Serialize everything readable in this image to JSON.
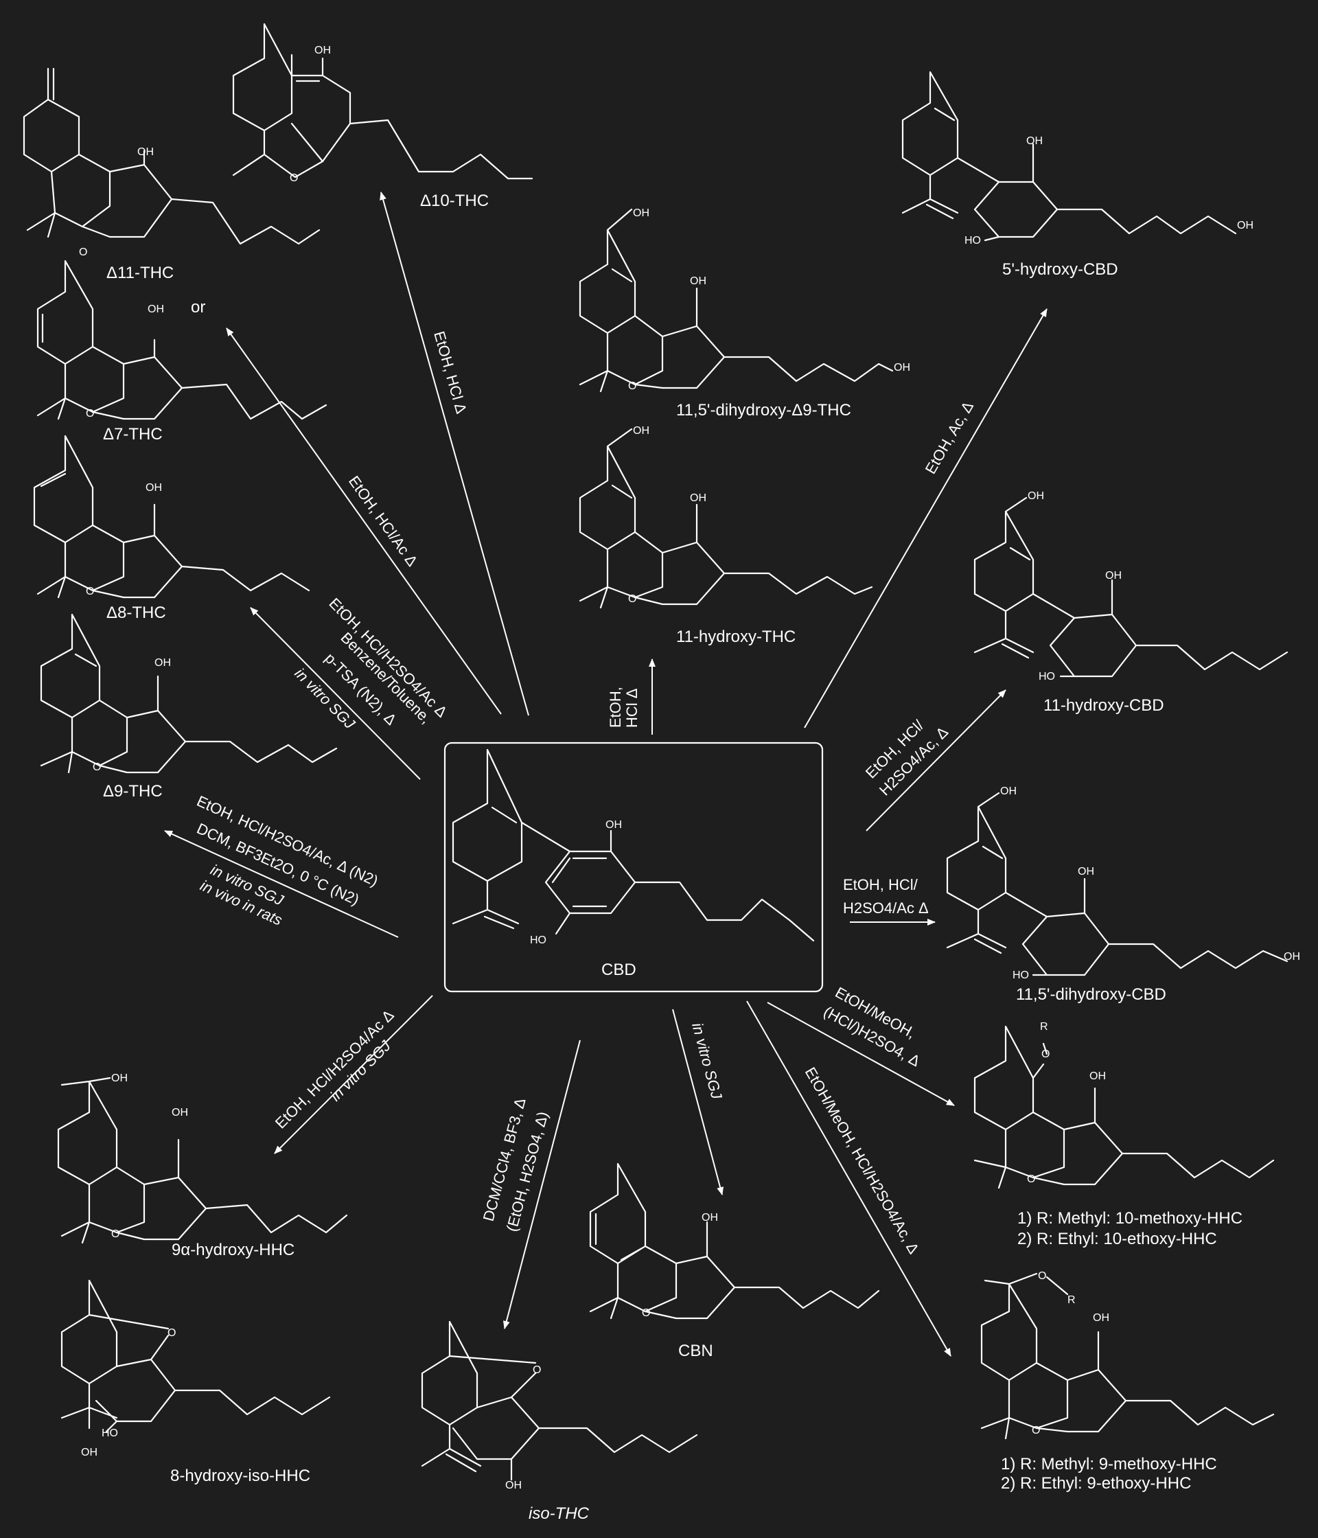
{
  "center": {
    "label": "CBD"
  },
  "compounds": {
    "d11": "Δ11-THC",
    "d10": "Δ10-THC",
    "d7": "Δ7-THC",
    "d8": "Δ8-THC",
    "d9": "Δ9-THC",
    "dihydroxy_d9": "11,5'-dihydroxy-Δ9-THC",
    "hydroxy_thc": "11-hydroxy-THC",
    "hydroxy5_cbd": "5'-hydroxy-CBD",
    "hydroxy11_cbd": "11-hydroxy-CBD",
    "dihydroxy_cbd": "11,5'-dihydroxy-CBD",
    "hhc10_1": "1) R: Methyl: 10-methoxy-HHC",
    "hhc10_2": "2) R: Ethyl: 10-ethoxy-HHC",
    "hhc9_1": "1) R: Methyl: 9-methoxy-HHC",
    "hhc9_2": "2) R: Ethyl: 9-ethoxy-HHC",
    "hhc9a": "9α-hydroxy-HHC",
    "iso_hhc": "8-hydroxy-iso-HHC",
    "iso_thc": "iso-THC",
    "cbn": "CBN",
    "or": "or"
  },
  "conditions": {
    "r_d10": "EtOH, HCl Δ",
    "r_d11": "EtOH, HCl/Ac Δ",
    "r_thc_1": "EtOH,",
    "r_thc_2": "HCl Δ",
    "r_d8_1": "EtOH, HCl/H2SO4/Ac Δ",
    "r_d8_2": "Benzene/Toluene,",
    "r_d8_3": "p-TSA (N2), Δ",
    "r_d8_4": "in vitro SGJ",
    "r_d9_1": "EtOH, HCl/H2SO4/Ac, Δ (N2)",
    "r_d9_2": "DCM, BF3Et2O,  0 °C (N2)",
    "r_d9_3": "in vitro SGJ",
    "r_d9_4": "in vivo in rats",
    "r_5cbd": "EtOH, Ac, Δ",
    "r_11cbd_1": "EtOH, HCl/",
    "r_11cbd_2": "H2SO4/Ac, Δ",
    "r_dcbd_1": "EtOH, HCl/",
    "r_dcbd_2": "H2SO4/Ac Δ",
    "r_hhc10_1": "EtOH/MeOH,",
    "r_hhc10_2": "(HCl/)H2SO4, Δ",
    "r_hhc9": "EtOH/MeOH, HCl/H2SO4/Ac, Δ",
    "r_9a_1": "EtOH, HCl/H2SO4/Ac Δ",
    "r_9a_2": "in vitro SGJ",
    "r_iso_1": "DCM/CCl4, BF3, Δ",
    "r_iso_2": "(EtOH, H2SO4, Δ)",
    "r_cbn": "in vitro SGJ"
  },
  "atoms": {
    "oh": "OH",
    "ho": "HO",
    "o": "O",
    "r": "R"
  }
}
